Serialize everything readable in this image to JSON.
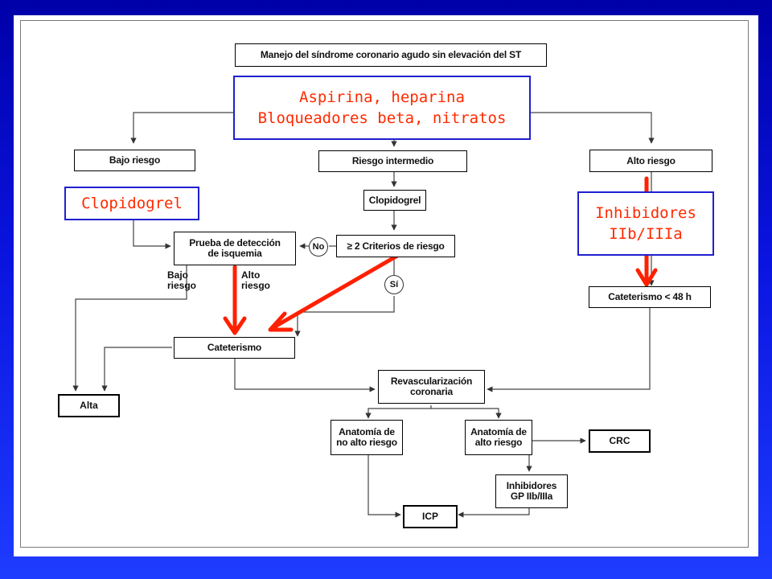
{
  "flowchart": {
    "title": "Manejo del síndrome coronario agudo sin elevación del ST",
    "bajo_riesgo": "Bajo riesgo",
    "riesgo_intermedio": "Riesgo intermedio",
    "alto_riesgo": "Alto riesgo",
    "clopidogrel_box": "Clopidogrel",
    "prueba_isquemia": "Prueba de detección\nde isquemia",
    "criterios_riesgo": "≥ 2 Criterios de riesgo",
    "no_label": "No",
    "si_label": "Sí",
    "bajo_riesgo_branch": "Bajo\nriesgo",
    "alto_riesgo_branch": "Alto\nriesgo",
    "cateterismo": "Cateterismo",
    "cateterismo_48h": "Cateterismo < 48 h",
    "revascularizacion": "Revascularización\ncoronaria",
    "alta": "Alta",
    "anatomia_no_alto": "Anatomía de\nno alto riesgo",
    "anatomia_alto": "Anatomía de\nalto riesgo",
    "crc": "CRC",
    "inhibidores_gp": "Inhibidores\nGP IIb/IIIa",
    "icp": "ICP"
  },
  "callouts": {
    "aspirina": "Aspirina, heparina\nBloqueadores beta, nitratos",
    "clopidogrel": "Clopidogrel",
    "inhibidores": "Inhibidores\nIIb/IIIa"
  },
  "colors": {
    "background": "#0a14e0",
    "callout_border": "#1f1fd0",
    "callout_text": "#ff2a00",
    "arrow_red": "#ff2000"
  }
}
